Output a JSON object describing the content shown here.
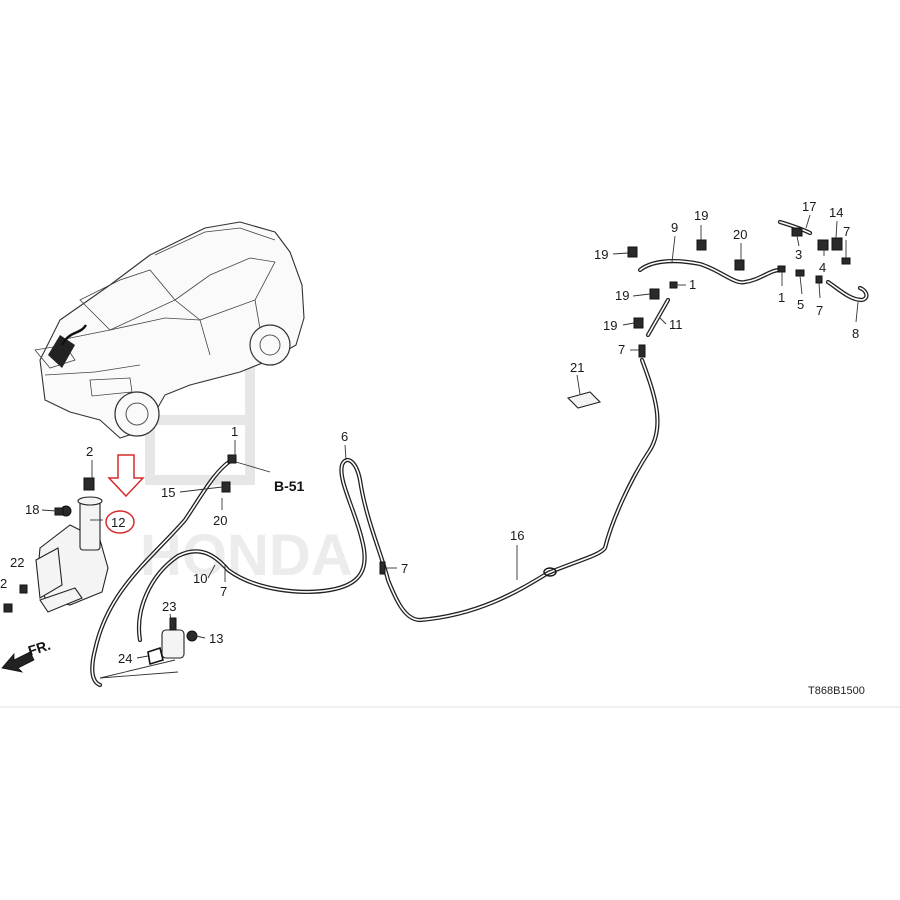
{
  "diagram_code": "T868B1500",
  "reference": "B-51",
  "direction": "FR.",
  "watermark": "HONDA",
  "callouts": {
    "c1a": "1",
    "c1b": "1",
    "c1c": "1",
    "c2": "2",
    "c3": "3",
    "c4": "4",
    "c5": "5",
    "c6": "6",
    "c7a": "7",
    "c7b": "7",
    "c7c": "7",
    "c7d": "7",
    "c7e": "7",
    "c8": "8",
    "c9": "9",
    "c10": "10",
    "c11": "11",
    "c12": "12",
    "c13": "13",
    "c14": "14",
    "c15": "15",
    "c16": "16",
    "c17": "17",
    "c18": "18",
    "c19a": "19",
    "c19b": "19",
    "c19c": "19",
    "c19d": "19",
    "c20a": "20",
    "c20b": "20",
    "c21": "21",
    "c22a": "22",
    "c22b": "2",
    "c23": "23",
    "c24": "24"
  },
  "highlight": {
    "part": "12",
    "color": "#d62b2b"
  },
  "colors": {
    "line": "#222222",
    "highlight": "#d62b2b",
    "watermark": "#e6e6e6"
  }
}
